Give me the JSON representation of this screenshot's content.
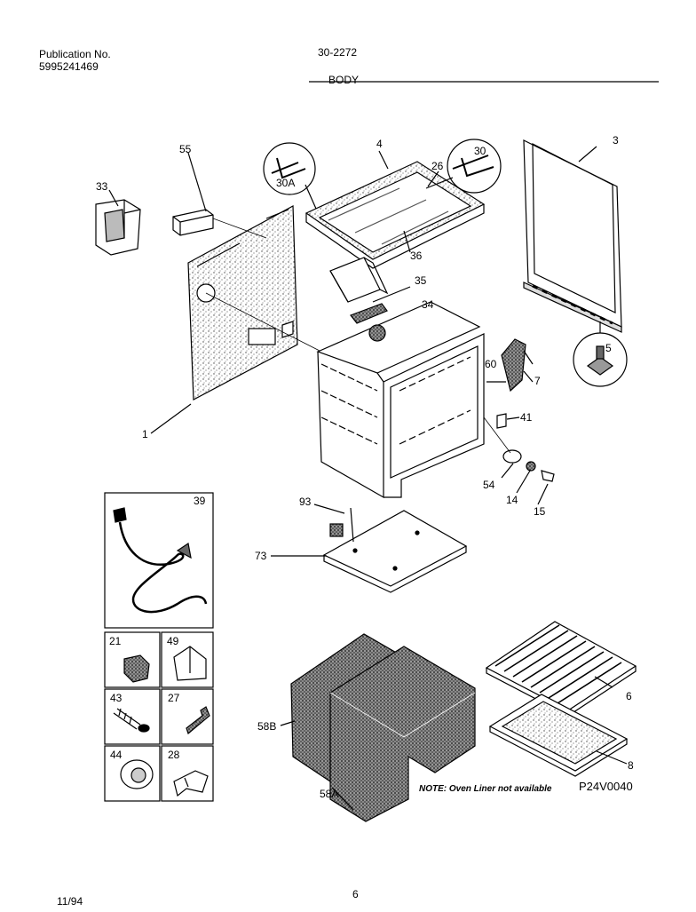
{
  "header": {
    "publication_label": "Publication No.",
    "publication_number": "5995241469",
    "model_code": "30-2272",
    "section_title": "BODY"
  },
  "callouts": {
    "p55": "55",
    "p33": "33",
    "p30A": "30A",
    "p4": "4",
    "p26": "26",
    "p30": "30",
    "p3": "3",
    "p36": "36",
    "p35": "35",
    "p34": "34",
    "p5": "5",
    "p60": "60",
    "p7": "7",
    "p41": "41",
    "p1": "1",
    "p54": "54",
    "p14": "14",
    "p15": "15",
    "p93": "93",
    "p73": "73",
    "p39": "39",
    "p21": "21",
    "p49": "49",
    "p43": "43",
    "p27": "27",
    "p44": "44",
    "p28": "28",
    "p6": "6",
    "p58B": "58B",
    "p58A": "58A",
    "p8": "8"
  },
  "note": "NOTE: Oven Liner not available",
  "diagram_code": "P24V0040",
  "footer": {
    "date": "11/94",
    "page": "6"
  }
}
